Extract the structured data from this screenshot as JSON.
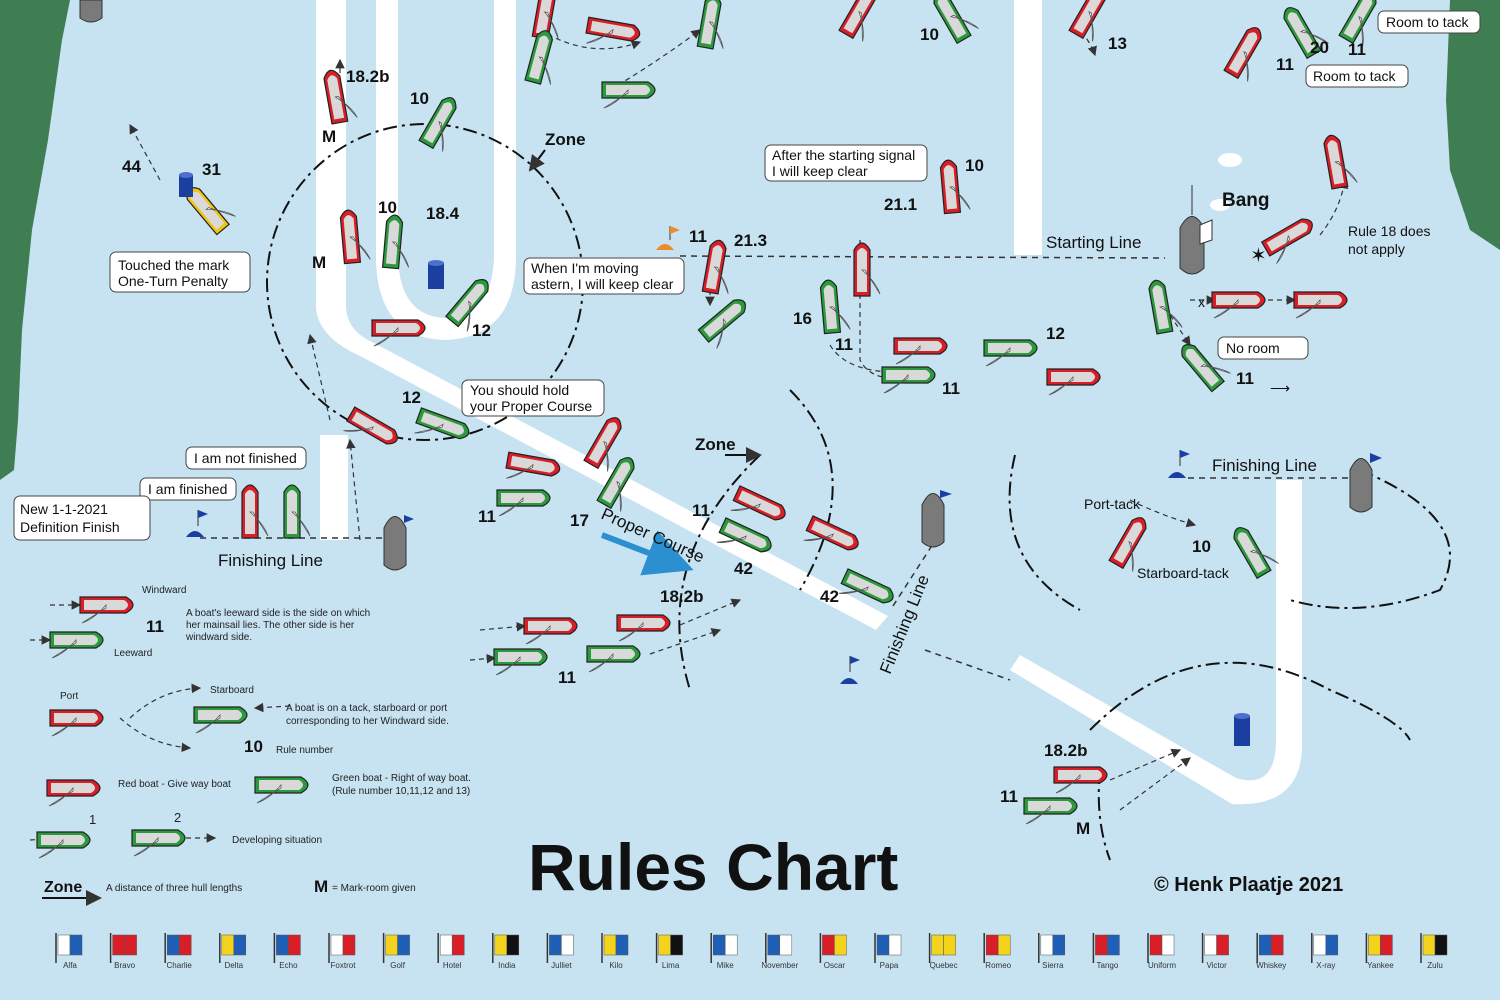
{
  "title": "Rules Chart",
  "copyright": "© Henk Plaatje 2021",
  "lines": {
    "starting_line": "Starting Line",
    "finishing_line_left": "Finishing Line",
    "finishing_line_right": "Finishing Line",
    "finishing_line_diag": "Finishing Line",
    "bang": "Bang",
    "proper_course": "Proper Course",
    "zone_1": "Zone",
    "zone_2": "Zone"
  },
  "callouts": {
    "touched_mark_1": "Touched the mark",
    "touched_mark_2": "One-Turn Penalty",
    "after_start_1": "After the starting signal",
    "after_start_2": "I will keep clear",
    "moving_astern_1": "When I'm moving",
    "moving_astern_2": "astern, I will keep clear",
    "proper_course_1": "You should hold",
    "proper_course_2": "your Proper Course",
    "not_finished": "I am not finished",
    "finished": "I am finished",
    "definition_1": "New 1-1-2021",
    "definition_2": "Definition Finish",
    "no_room": "No room",
    "room_to_tack_1": "Room to tack",
    "room_to_tack_2": "Room to tack",
    "rule18_1": "Rule 18 does",
    "rule18_2": "not apply",
    "port_tack": "Port-tack",
    "starboard_tack": "Starboard-tack"
  },
  "rule_numbers": {
    "r_18_2b_top": "18.2b",
    "r_10_top": "10",
    "r_44": "44",
    "r_31": "31",
    "r_10_mid": "10",
    "r_18_4": "18.4",
    "r_12_mark": "12",
    "r_11_213": "11",
    "r_21_3": "21.3",
    "r_10_start": "10",
    "r_21_1": "21.1",
    "r_16": "16",
    "r_11_16": "11",
    "r_12_right": "12",
    "r_11_right": "11",
    "r_11_noroom": "11",
    "r_12_diag": "12",
    "r_11_diag": "11",
    "r_17": "17",
    "r_11_zone": "11",
    "r_42_a": "42",
    "r_42_b": "42",
    "r_18_2b_mid": "18.2b",
    "r_11_mid": "11",
    "r_10_port": "10",
    "r_18_2b_bottom": "18.2b",
    "r_11_bottom": "11",
    "r_13": "13",
    "r_10_topmid": "10",
    "r_20": "20",
    "r_11_tack": "11",
    "r_11_tack2": "11",
    "m_1": "M",
    "m_2": "M",
    "m_3": "M"
  },
  "legend": {
    "windward": "Windward",
    "leeward": "Leeward",
    "leeward_num": "11",
    "leeward_text_1": "A boat's leeward side is the side on which",
    "leeward_text_2": "her mainsail lies. The other side is her",
    "leeward_text_3": "windward side.",
    "port": "Port",
    "starboard": "Starboard",
    "tack_text_1": "A boat is on a tack, starboard or port",
    "tack_text_2": "corresponding to her Windward side.",
    "rule_num": "10",
    "rule_num_label": "Rule number",
    "red_boat": "Red boat - Give way boat",
    "green_boat_1": "Green boat - Right of way boat.",
    "green_boat_2": "(Rule number 10,11,12 and 13)",
    "dev_1": "1",
    "dev_2": "2",
    "developing": "Developing situation",
    "zone": "Zone",
    "zone_desc": "A distance of three hull lengths",
    "m": "M",
    "m_desc": "= Mark-room given"
  },
  "flags": [
    {
      "name": "Alfa",
      "colors": [
        "#ffffff",
        "#1f5fb5"
      ]
    },
    {
      "name": "Bravo",
      "colors": [
        "#d81e27",
        "#d81e27"
      ]
    },
    {
      "name": "Charlie",
      "colors": [
        "#1f5fb5",
        "#d81e27"
      ]
    },
    {
      "name": "Delta",
      "colors": [
        "#f4d31c",
        "#1f5fb5"
      ]
    },
    {
      "name": "Echo",
      "colors": [
        "#1f5fb5",
        "#d81e27"
      ]
    },
    {
      "name": "Foxtrot",
      "colors": [
        "#ffffff",
        "#d81e27"
      ]
    },
    {
      "name": "Golf",
      "colors": [
        "#f4d31c",
        "#1f5fb5"
      ]
    },
    {
      "name": "Hotel",
      "colors": [
        "#ffffff",
        "#d81e27"
      ]
    },
    {
      "name": "India",
      "colors": [
        "#f4d31c",
        "#111111"
      ]
    },
    {
      "name": "Julliet",
      "colors": [
        "#1f5fb5",
        "#ffffff"
      ]
    },
    {
      "name": "Kilo",
      "colors": [
        "#f4d31c",
        "#1f5fb5"
      ]
    },
    {
      "name": "Lima",
      "colors": [
        "#f4d31c",
        "#111111"
      ]
    },
    {
      "name": "Mike",
      "colors": [
        "#1f5fb5",
        "#ffffff"
      ]
    },
    {
      "name": "November",
      "colors": [
        "#1f5fb5",
        "#ffffff"
      ]
    },
    {
      "name": "Oscar",
      "colors": [
        "#d81e27",
        "#f4d31c"
      ]
    },
    {
      "name": "Papa",
      "colors": [
        "#1f5fb5",
        "#ffffff"
      ]
    },
    {
      "name": "Quebec",
      "colors": [
        "#f4d31c",
        "#f4d31c"
      ]
    },
    {
      "name": "Romeo",
      "colors": [
        "#d81e27",
        "#f4d31c"
      ]
    },
    {
      "name": "Sierra",
      "colors": [
        "#ffffff",
        "#1f5fb5"
      ]
    },
    {
      "name": "Tango",
      "colors": [
        "#d81e27",
        "#1f5fb5"
      ]
    },
    {
      "name": "Uniform",
      "colors": [
        "#d81e27",
        "#ffffff"
      ]
    },
    {
      "name": "Victor",
      "colors": [
        "#ffffff",
        "#d81e27"
      ]
    },
    {
      "name": "Whiskey",
      "colors": [
        "#1f5fb5",
        "#d81e27"
      ]
    },
    {
      "name": "X-ray",
      "colors": [
        "#ffffff",
        "#1f5fb5"
      ]
    },
    {
      "name": "Yankee",
      "colors": [
        "#f4d31c",
        "#d81e27"
      ]
    },
    {
      "name": "Zulu",
      "colors": [
        "#f4d31c",
        "#111111"
      ]
    }
  ],
  "colors": {
    "water": "#c7e3f2",
    "land": "#3f7d52",
    "give_way": "#d81e27",
    "right_of_way": "#2a9a3c",
    "course_arrow": "#2b8fd0",
    "mark_blue": "#1b3fa0"
  }
}
